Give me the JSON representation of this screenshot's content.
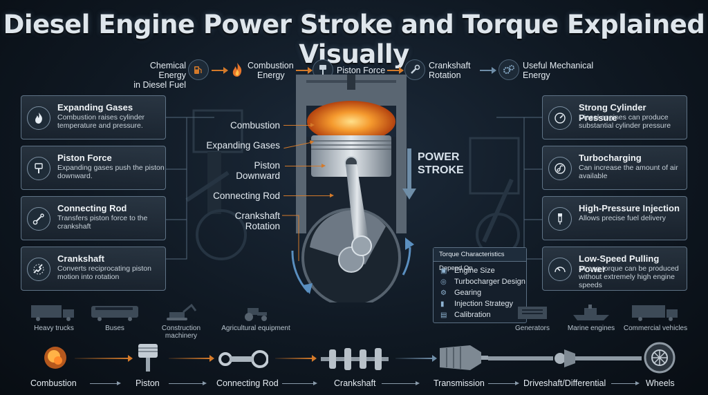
{
  "title": "Diesel Engine Power Stroke and Torque Explained Visually",
  "energy_flow": [
    {
      "label_line1": "Chemical Energy",
      "label_line2": "in Diesel Fuel",
      "icon": "fuel-pump-icon"
    },
    {
      "label_line1": "Combustion",
      "label_line2": "Energy",
      "icon": "flame-icon"
    },
    {
      "label_line1": "Piston Force",
      "label_line2": "",
      "icon": "piston-icon"
    },
    {
      "label_line1": "Crankshaft",
      "label_line2": "Rotation",
      "icon": "wrench-icon"
    },
    {
      "label_line1": "Useful Mechanical",
      "label_line2": "Energy",
      "icon": "gears-icon"
    }
  ],
  "left_cards": [
    {
      "title": "Expanding Gases",
      "desc": "Combustion raises cylinder temperature and pressure.",
      "icon": "flame-icon"
    },
    {
      "title": "Piston Force",
      "desc": "Expanding gases push the piston downward.",
      "icon": "piston-icon"
    },
    {
      "title": "Connecting Rod",
      "desc": "Transfers piston force to the crankshaft",
      "icon": "connecting-rod-icon"
    },
    {
      "title": "Crankshaft",
      "desc": "Converts reciprocating piston motion into rotation",
      "icon": "crankshaft-icon"
    }
  ],
  "right_cards": [
    {
      "title": "Strong Cylinder Pressure",
      "desc": "Diesel engines can produce substantial cylinder pressure",
      "icon": "gauge-icon"
    },
    {
      "title": "Turbocharging",
      "desc": "Can increase the amount of air available",
      "icon": "turbo-icon"
    },
    {
      "title": "High-Pressure Injection",
      "desc": "Allows precise fuel delivery",
      "icon": "injector-icon"
    },
    {
      "title": "Low-Speed Pulling Power",
      "desc": "Strong torque can be produced without extremely high engine speeds",
      "icon": "speedometer-icon"
    }
  ],
  "engine_labels": {
    "combustion": "Combustion",
    "expanding_gases": "Expanding Gases",
    "piston_l1": "Piston",
    "piston_l2": "Downward",
    "connecting_rod": "Connecting Rod",
    "crank_l1": "Crankshaft",
    "crank_l2": "Rotation",
    "power_l1": "POWER",
    "power_l2": "STROKE"
  },
  "torque_box": {
    "heading": "Torque Characteristics Depend On",
    "items": [
      "Engine Size",
      "Turbocharger Design",
      "Gearing",
      "Injection Strategy",
      "Calibration"
    ]
  },
  "applications_left": [
    "Heavy trucks",
    "Buses",
    "Construction machinery",
    "Agricultural equipment"
  ],
  "applications_right": [
    "Generators",
    "Marine engines",
    "Commercial vehicles"
  ],
  "drivetrain": [
    "Combustion",
    "Piston",
    "Connecting Rod",
    "Crankshaft",
    "Transmission",
    "Driveshaft/Differential",
    "Wheels"
  ],
  "colors": {
    "accent_orange": "#d47a2a",
    "accent_blue": "#6f8ea8",
    "background": "#0f1822"
  }
}
